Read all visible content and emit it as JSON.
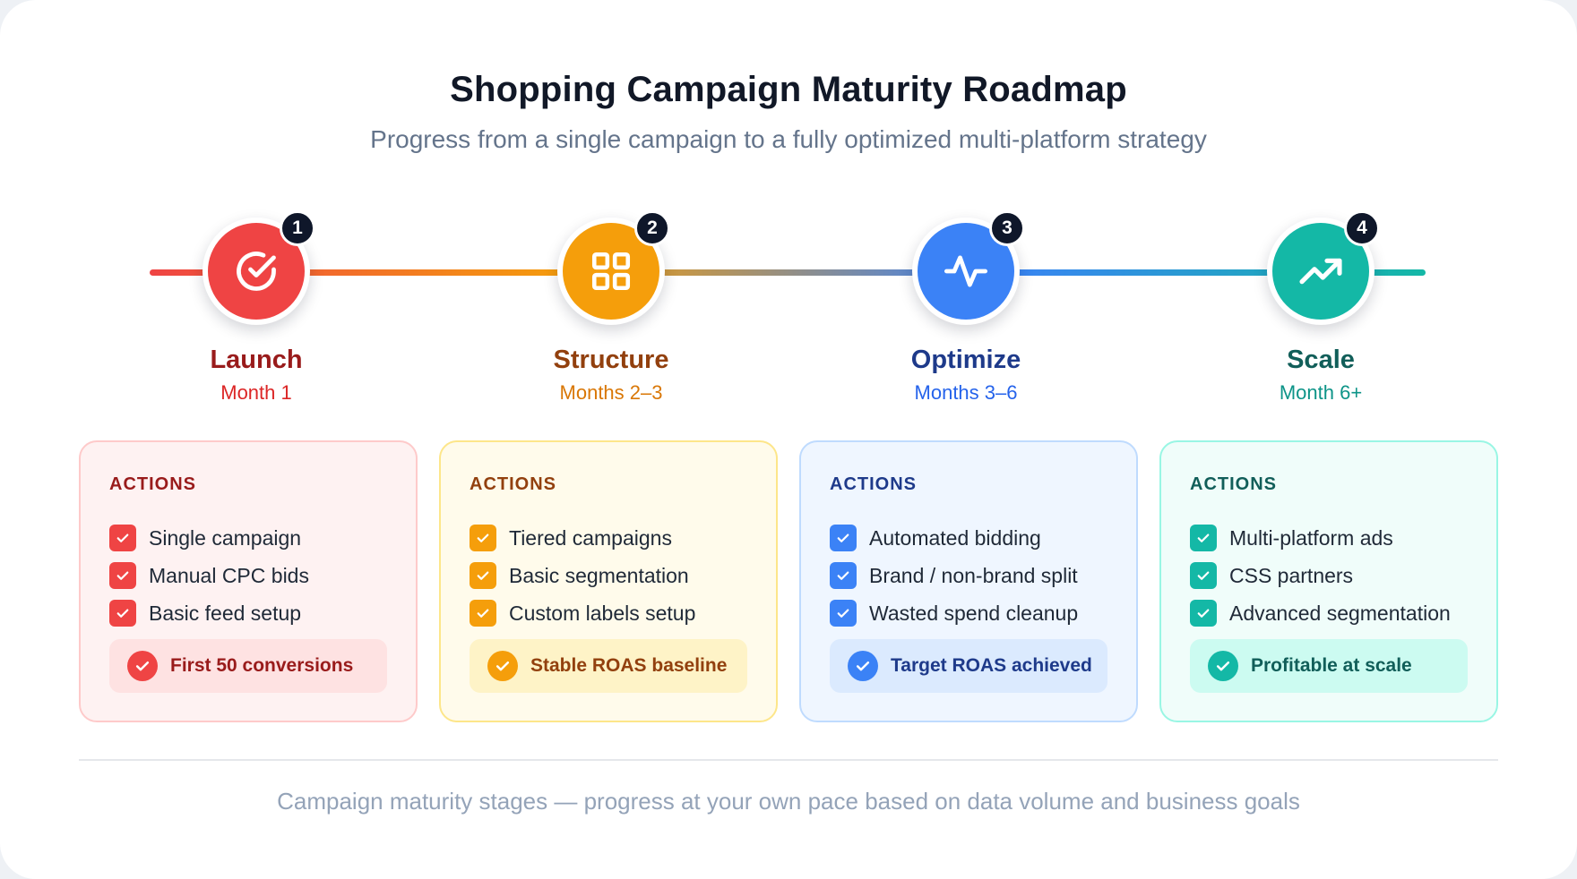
{
  "title": "Shopping Campaign Maturity Roadmap",
  "subtitle": "Progress from a single campaign to a fully optimized multi-platform strategy",
  "footer": "Campaign maturity stages — progress at your own pace based on data volume and business goals",
  "stages": [
    {
      "number": "1",
      "name": "Launch",
      "time": "Month 1",
      "icon": "check-circle-icon",
      "color": "#ef4444",
      "name_color": "#991b1b",
      "time_color": "#dc2626",
      "panel_bg": "#fef2f2",
      "panel_border": "#fecaca",
      "label_color": "#991b1b",
      "milestone_bg": "#fee2e2",
      "milestone_text_color": "#991b1b",
      "actions_label": "ACTIONS",
      "actions": [
        "Single campaign",
        "Manual CPC bids",
        "Basic feed setup"
      ],
      "milestone": "First 50 conversions"
    },
    {
      "number": "2",
      "name": "Structure",
      "time": "Months 2–3",
      "icon": "grid-icon",
      "color": "#f59e0b",
      "name_color": "#92400e",
      "time_color": "#d97706",
      "panel_bg": "#fffbeb",
      "panel_border": "#fde68a",
      "label_color": "#92400e",
      "milestone_bg": "#fef3c7",
      "milestone_text_color": "#92400e",
      "actions_label": "ACTIONS",
      "actions": [
        "Tiered campaigns",
        "Basic segmentation",
        "Custom labels setup"
      ],
      "milestone": "Stable ROAS baseline"
    },
    {
      "number": "3",
      "name": "Optimize",
      "time": "Months 3–6",
      "icon": "activity-icon",
      "color": "#3b82f6",
      "name_color": "#1e3a8a",
      "time_color": "#2563eb",
      "panel_bg": "#eff6ff",
      "panel_border": "#bfdbfe",
      "label_color": "#1e3a8a",
      "milestone_bg": "#dbeafe",
      "milestone_text_color": "#1e3a8a",
      "actions_label": "ACTIONS",
      "actions": [
        "Automated bidding",
        "Brand / non-brand split",
        "Wasted spend cleanup"
      ],
      "milestone": "Target ROAS achieved"
    },
    {
      "number": "4",
      "name": "Scale",
      "time": "Month 6+",
      "icon": "trending-up-icon",
      "color": "#14b8a6",
      "name_color": "#115e59",
      "time_color": "#0d9488",
      "panel_bg": "#f0fdfa",
      "panel_border": "#99f6e4",
      "label_color": "#115e59",
      "milestone_bg": "#ccfbf1",
      "milestone_text_color": "#115e59",
      "actions_label": "ACTIONS",
      "actions": [
        "Multi-platform ads",
        "CSS partners",
        "Advanced segmentation"
      ],
      "milestone": "Profitable at scale"
    }
  ]
}
